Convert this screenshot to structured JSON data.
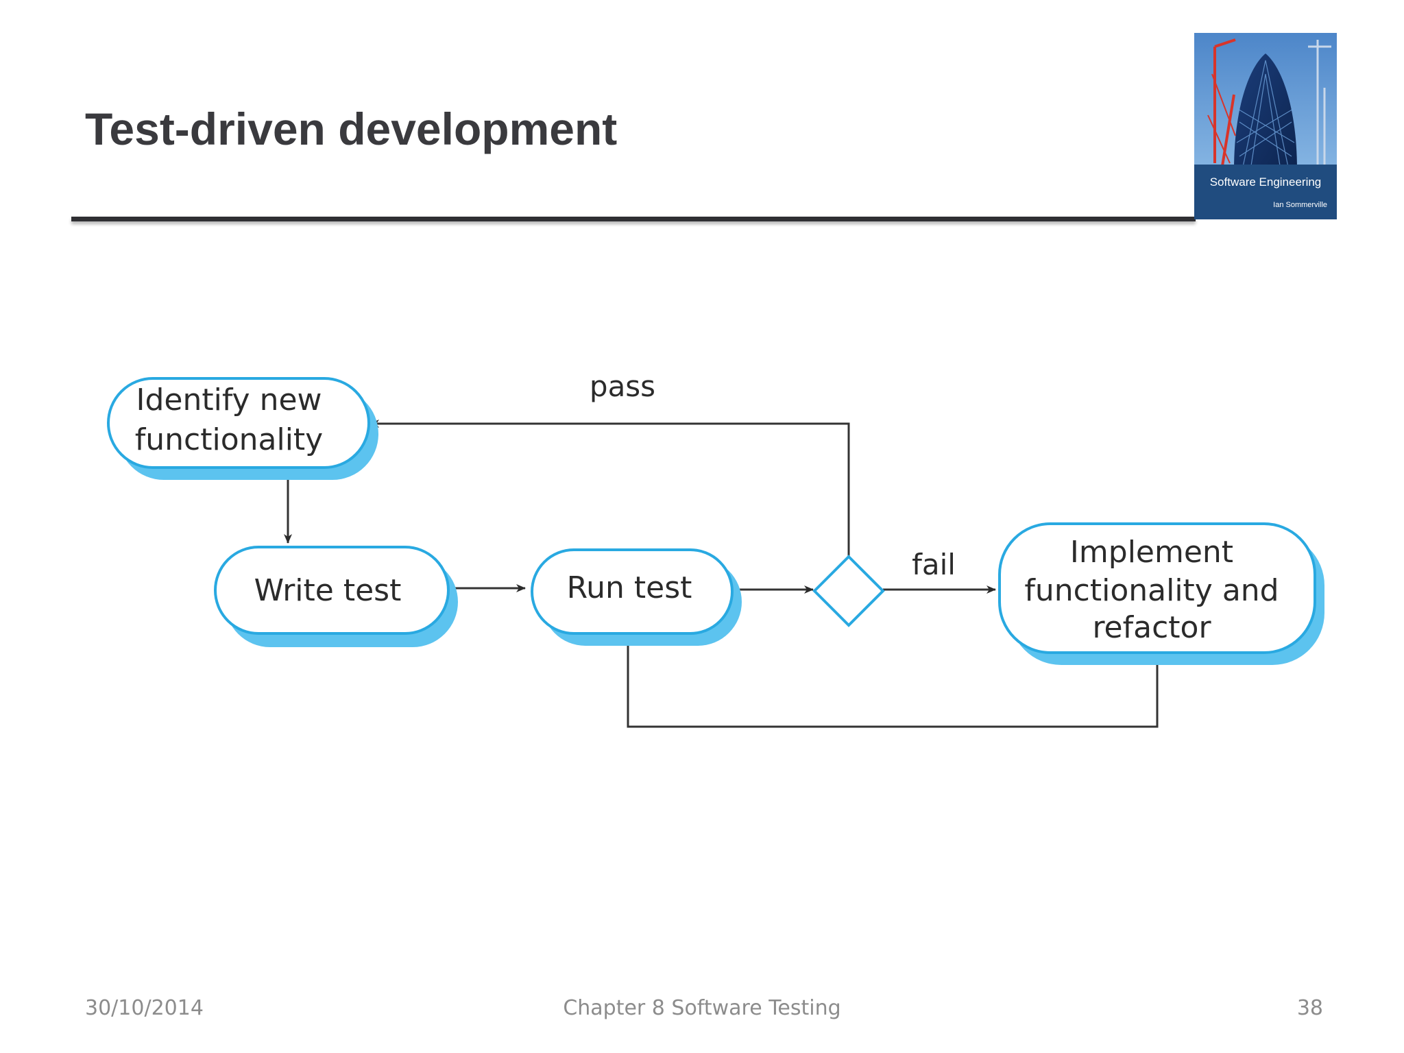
{
  "slide": {
    "title": "Test-driven development",
    "footer_date": "30/10/2014",
    "footer_center": "Chapter 8 Software Testing",
    "page_number": "38"
  },
  "book_cover": {
    "title": "Software Engineering",
    "author": "Ian Sommerville"
  },
  "diagram": {
    "nodes": {
      "identify": [
        "Identify new",
        "functionality"
      ],
      "write_test": "Write test",
      "run_test": "Run test",
      "decision": "",
      "implement": [
        "Implement",
        "functionality and",
        "refactor"
      ]
    },
    "edge_labels": {
      "pass": "pass",
      "fail": "fail"
    },
    "colors": {
      "node_border": "#29a9e1",
      "node_shadow": "#5cc3ef",
      "arrow": "#333333"
    }
  }
}
